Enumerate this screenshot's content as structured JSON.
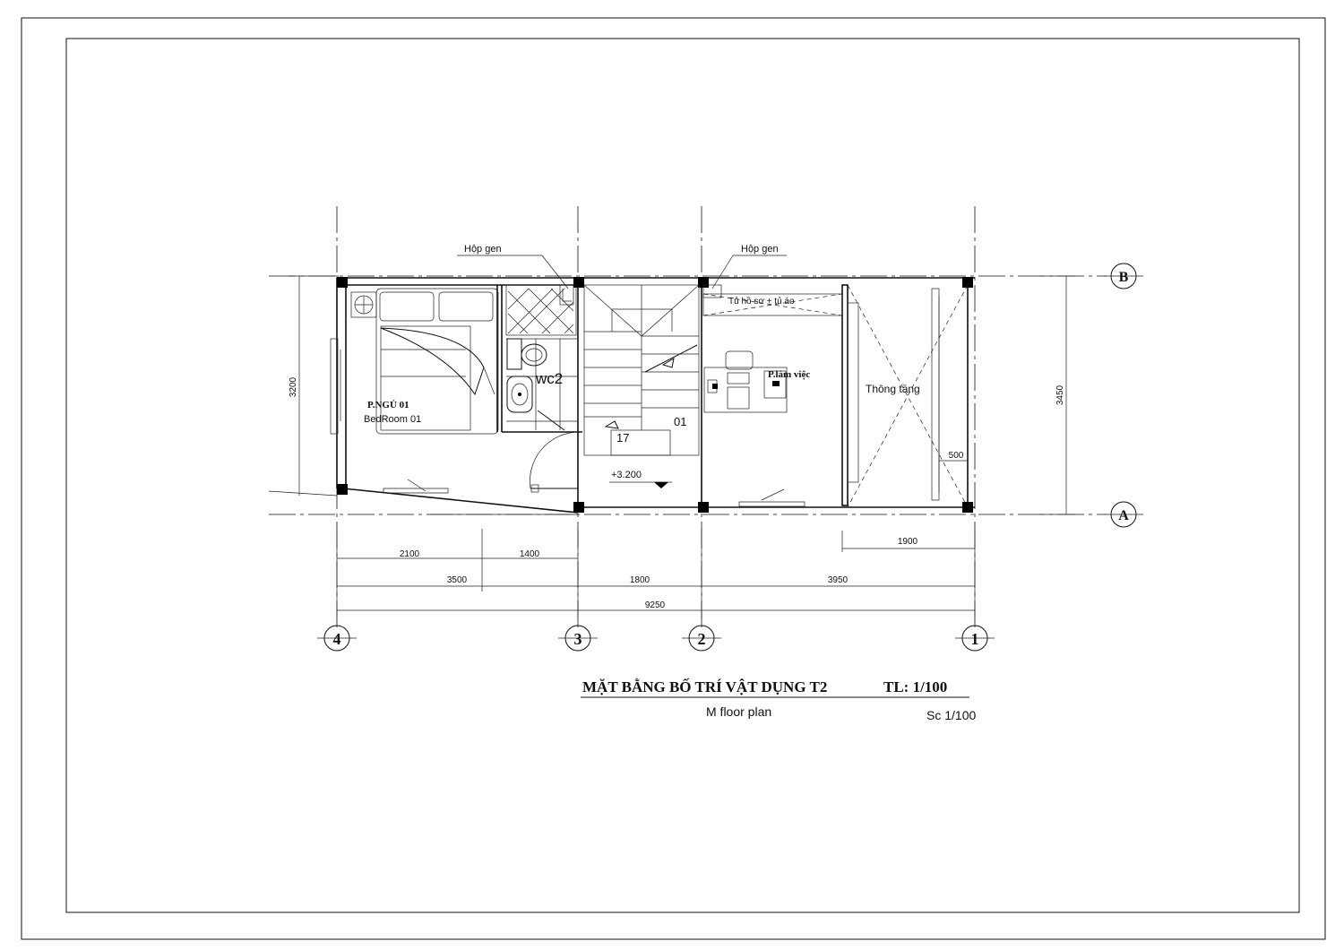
{
  "title": {
    "main_vi": "MẶT BẰNG BỐ TRÍ VẬT DỤNG T2",
    "scale_vi": "TL: 1/100",
    "main_en": "M floor plan",
    "scale_en": "Sc 1/100"
  },
  "grid": {
    "columns": [
      "4",
      "3",
      "2",
      "1"
    ],
    "rows": [
      "B",
      "A"
    ]
  },
  "rooms": {
    "bedroom_vi": "P.NGỦ 01",
    "bedroom_en": "BedRoom 01",
    "wc": "wc2",
    "office": "P.làm việc",
    "void": "Thông tầng",
    "cabinet": "Tủ hồ sơ + tủ áo",
    "duct_left": "Hộp gen",
    "duct_right": "Hộp gen"
  },
  "stairs": {
    "step_top": "17",
    "step_bottom": "01",
    "level": "+3.200"
  },
  "dimensions": {
    "d2100": "2100",
    "d1400": "1400",
    "d3500": "3500",
    "d1800": "1800",
    "d3950": "3950",
    "d9250": "9250",
    "d1900": "1900",
    "d500": "500",
    "d3200": "3200",
    "d3450": "3450"
  }
}
